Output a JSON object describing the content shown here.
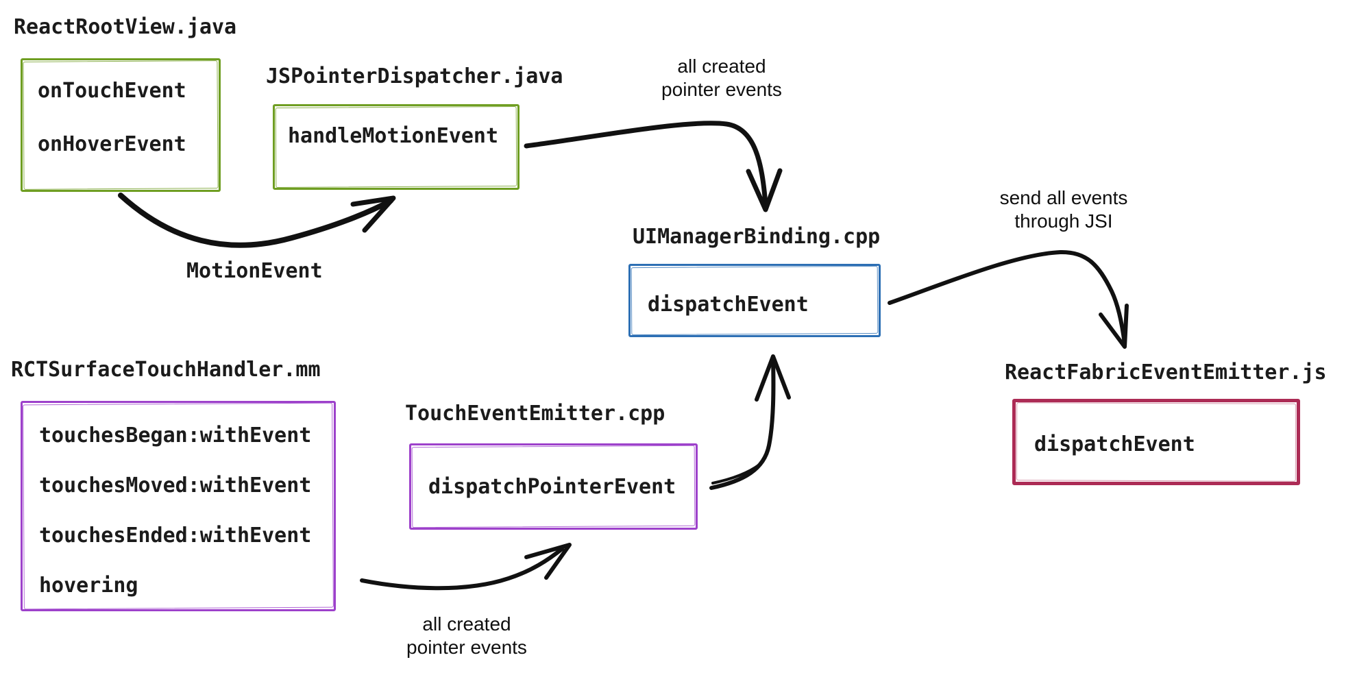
{
  "diagram": {
    "background": "#ffffff",
    "arrow_color": "#111111",
    "nodes": {
      "react_root_view": {
        "title": "ReactRootView.java",
        "color": "#6f9e22",
        "methods": [
          "onTouchEvent",
          "onHoverEvent"
        ]
      },
      "js_pointer_dispatcher": {
        "title": "JSPointerDispatcher.java",
        "color": "#6f9e22",
        "methods": [
          "handleMotionEvent"
        ]
      },
      "ui_manager_binding": {
        "title": "UIManagerBinding.cpp",
        "color": "#2d6fb4",
        "methods": [
          "dispatchEvent"
        ]
      },
      "react_fabric_event_emitter": {
        "title": "ReactFabricEventEmitter.js",
        "color": "#ac2b55",
        "methods": [
          "dispatchEvent"
        ]
      },
      "rct_surface_touch_handler": {
        "title": "RCTSurfaceTouchHandler.mm",
        "color": "#9d41cb",
        "methods": [
          "touchesBegan:withEvent",
          "touchesMoved:withEvent",
          "touchesEnded:withEvent",
          "hovering"
        ]
      },
      "touch_event_emitter": {
        "title": "TouchEventEmitter.cpp",
        "color": "#9d41cb",
        "methods": [
          "dispatchPointerEvent"
        ]
      }
    },
    "edge_labels": {
      "motion_event": "MotionEvent",
      "top_pointer_events": {
        "line1": "all created",
        "line2": "pointer events"
      },
      "send_jsi": {
        "line1": "send all events",
        "line2": "through JSI"
      },
      "bottom_pointer_events": {
        "line1": "all created",
        "line2": "pointer events"
      }
    }
  }
}
